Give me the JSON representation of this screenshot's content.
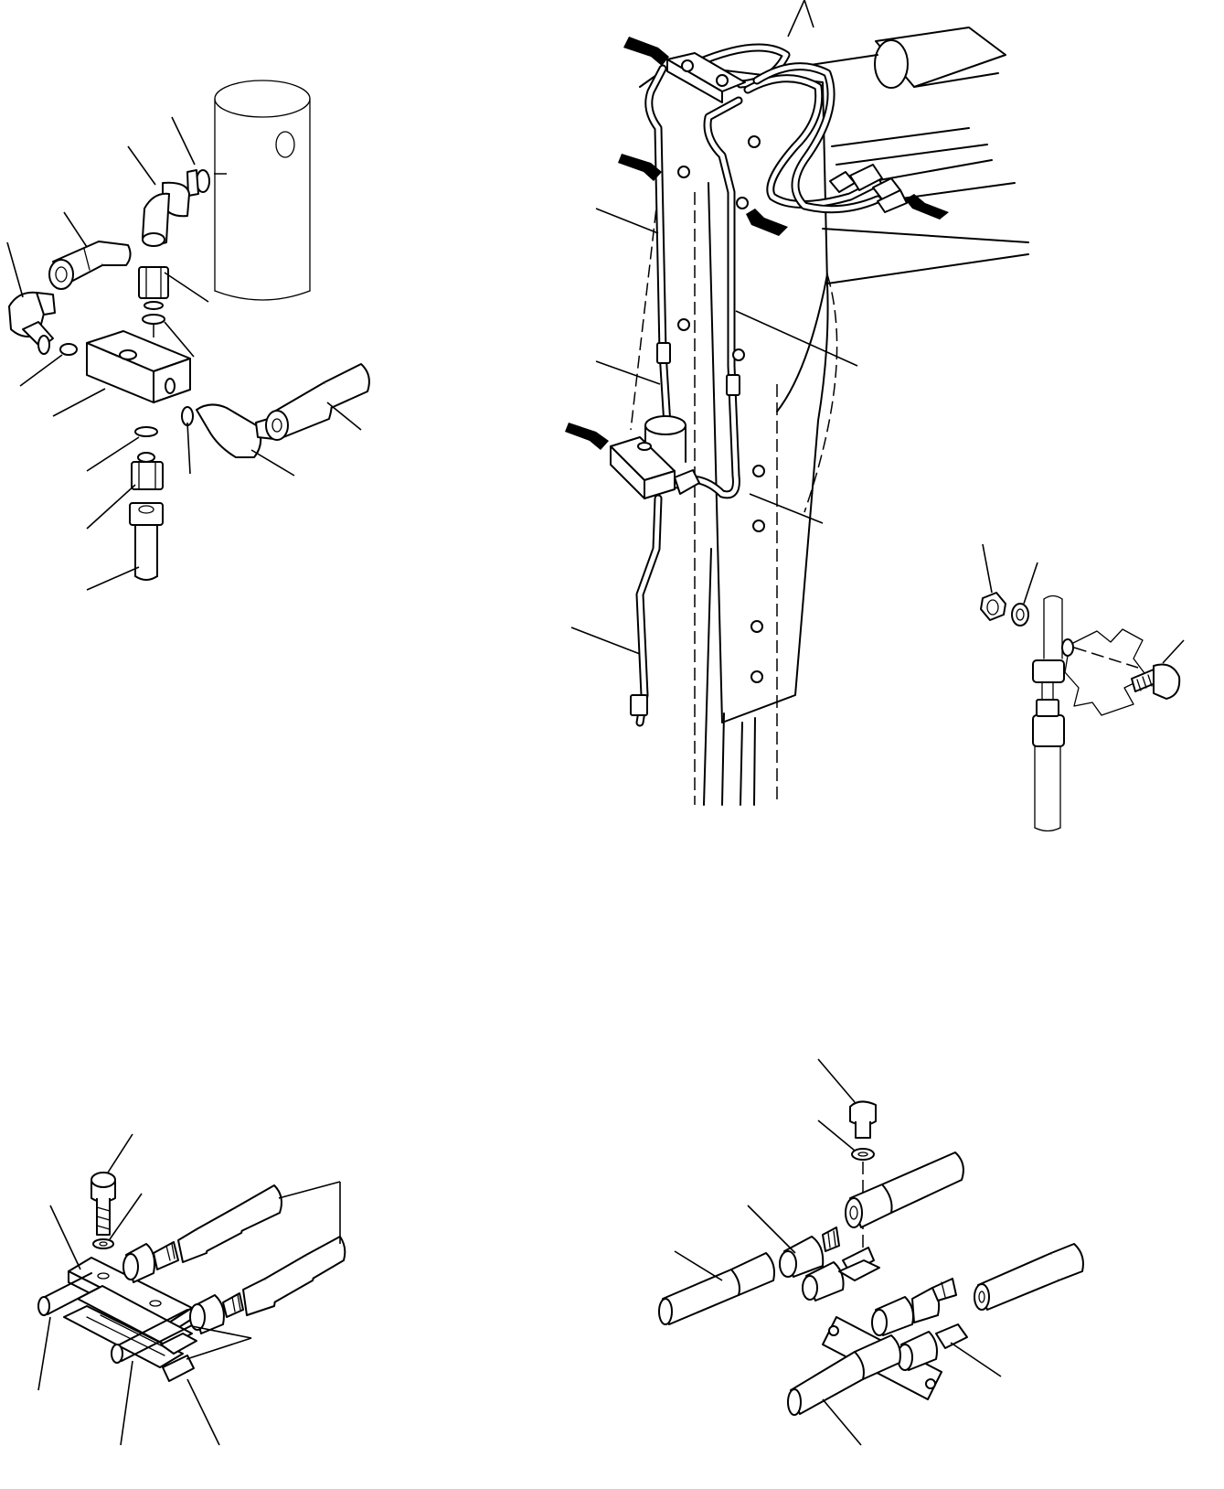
{
  "figure": {
    "views": [
      "boom-cylinder-fittings-exploded",
      "arm-hydraulic-piping",
      "pipe-clamp-detail",
      "split-block-clamp",
      "hose-block-clamp"
    ],
    "line_color": "#000000",
    "background": "#ffffff"
  }
}
